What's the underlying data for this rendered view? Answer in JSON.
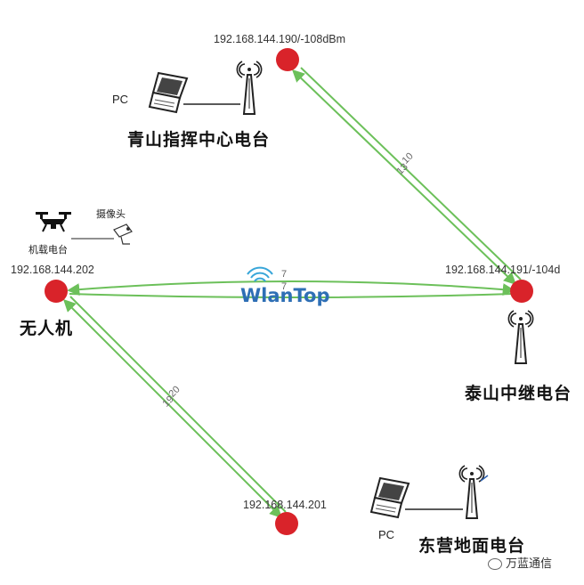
{
  "nodes": {
    "qingshan": {
      "ip": "192.168.144.190/-108dBm",
      "name": "青山指挥中心电台",
      "pc": "PC"
    },
    "taishan": {
      "ip": "192.168.144.191/-104d",
      "name": "泰山中继电台"
    },
    "uav": {
      "ip": "192.168.144.202",
      "name": "无人机",
      "radio_label": "机载电台",
      "camera_label": "摄像头"
    },
    "dongying": {
      "ip": "192.168.144.201",
      "name": "东营地面电台",
      "pc": "PC"
    }
  },
  "links": {
    "qingshan_taishan": [
      "10",
      "13"
    ],
    "uav_taishan": [
      "7",
      "7"
    ],
    "uav_dongying": [
      "20",
      "19"
    ]
  },
  "logo": {
    "text": "WlanTop"
  },
  "watermark": {
    "text": "万蓝通信"
  },
  "colors": {
    "node": "#d9232a",
    "link": "#6cc05a",
    "logo": "#2e6fb5"
  }
}
